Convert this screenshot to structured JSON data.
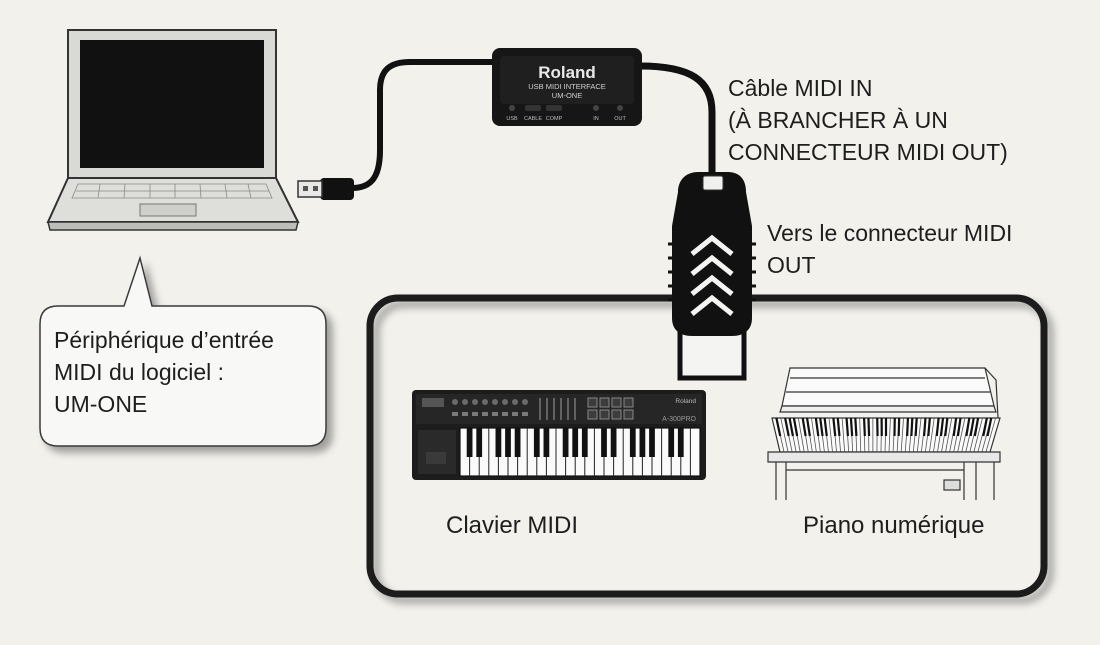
{
  "interface": {
    "brand": "Roland",
    "subtitle_line1": "USB MIDI INTERFACE",
    "subtitle_line2": "UM-ONE",
    "port_labels": [
      "USB",
      "CABLE",
      "COMP",
      "IN",
      "OUT"
    ]
  },
  "callout": {
    "lines": [
      "Périphérique d’entrée",
      "MIDI du logiciel :",
      "UM-ONE"
    ]
  },
  "cable_label": {
    "lines": [
      "Câble MIDI IN",
      "(À BRANCHER À UN",
      "CONNECTEUR MIDI OUT)"
    ]
  },
  "connector_label": {
    "lines": [
      "Vers le connecteur MIDI",
      "OUT"
    ]
  },
  "devices": {
    "keyboard_label": "Clavier MIDI",
    "keyboard_brand": "Roland",
    "keyboard_model": "A-300PRO",
    "piano_label": "Piano numérique"
  },
  "colors": {
    "background": "#f2f1ec",
    "outline": "#1a1a1a",
    "bubble_fill": "#f8f8f6"
  }
}
